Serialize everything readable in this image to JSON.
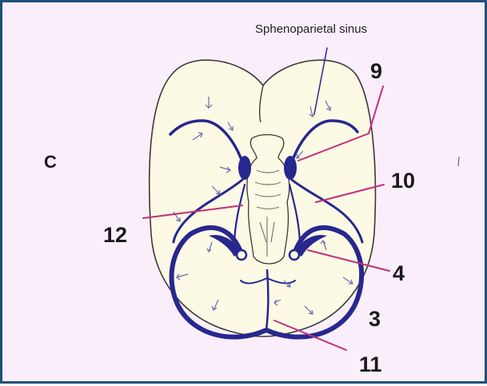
{
  "figure": {
    "panel_letter": "C",
    "sinus_label": "Sphenoparietal sinus",
    "numbers": [
      "9",
      "10",
      "12",
      "4",
      "3",
      "11"
    ],
    "colors": {
      "background": "#fbeefb",
      "frame": "#1f4f7a",
      "brain_fill": "#fcf9e4",
      "sinus": "#27278f",
      "leader": "#c2307a"
    }
  }
}
